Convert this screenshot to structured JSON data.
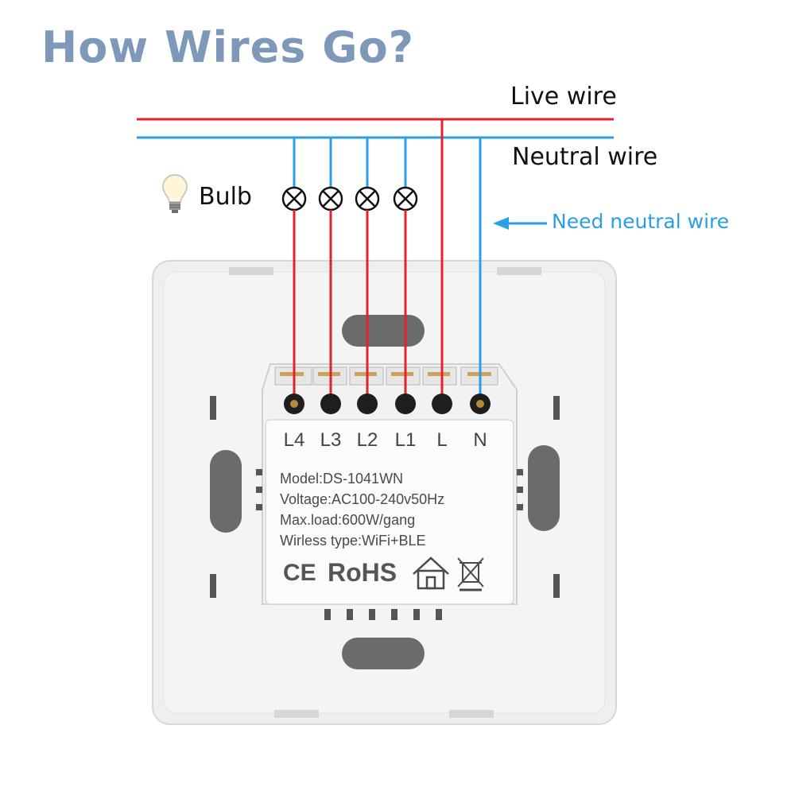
{
  "title": "How Wires Go?",
  "labels": {
    "live_wire": "Live wire",
    "neutral_wire": "Neutral wire",
    "bulb": "Bulb",
    "need_neutral": "Need neutral wire"
  },
  "terminals": [
    "L4",
    "L3",
    "L2",
    "L1",
    "L",
    "N"
  ],
  "specs": {
    "model": "Model:DS-1041WN",
    "voltage": "Voltage:AC100-240v50Hz",
    "max_load": "Max.load:600W/gang",
    "wireless": "Wirless type:WiFi+BLE"
  },
  "marks": {
    "ce": "CE",
    "rohs": "RoHS"
  },
  "colors": {
    "live": "#e3232b",
    "neutral": "#2a9fe3",
    "title": "#7d98b8"
  },
  "icons": [
    "bulb-icon",
    "lamp-x-icon",
    "arrow-left-icon",
    "house-icon",
    "weee-bin-icon"
  ]
}
